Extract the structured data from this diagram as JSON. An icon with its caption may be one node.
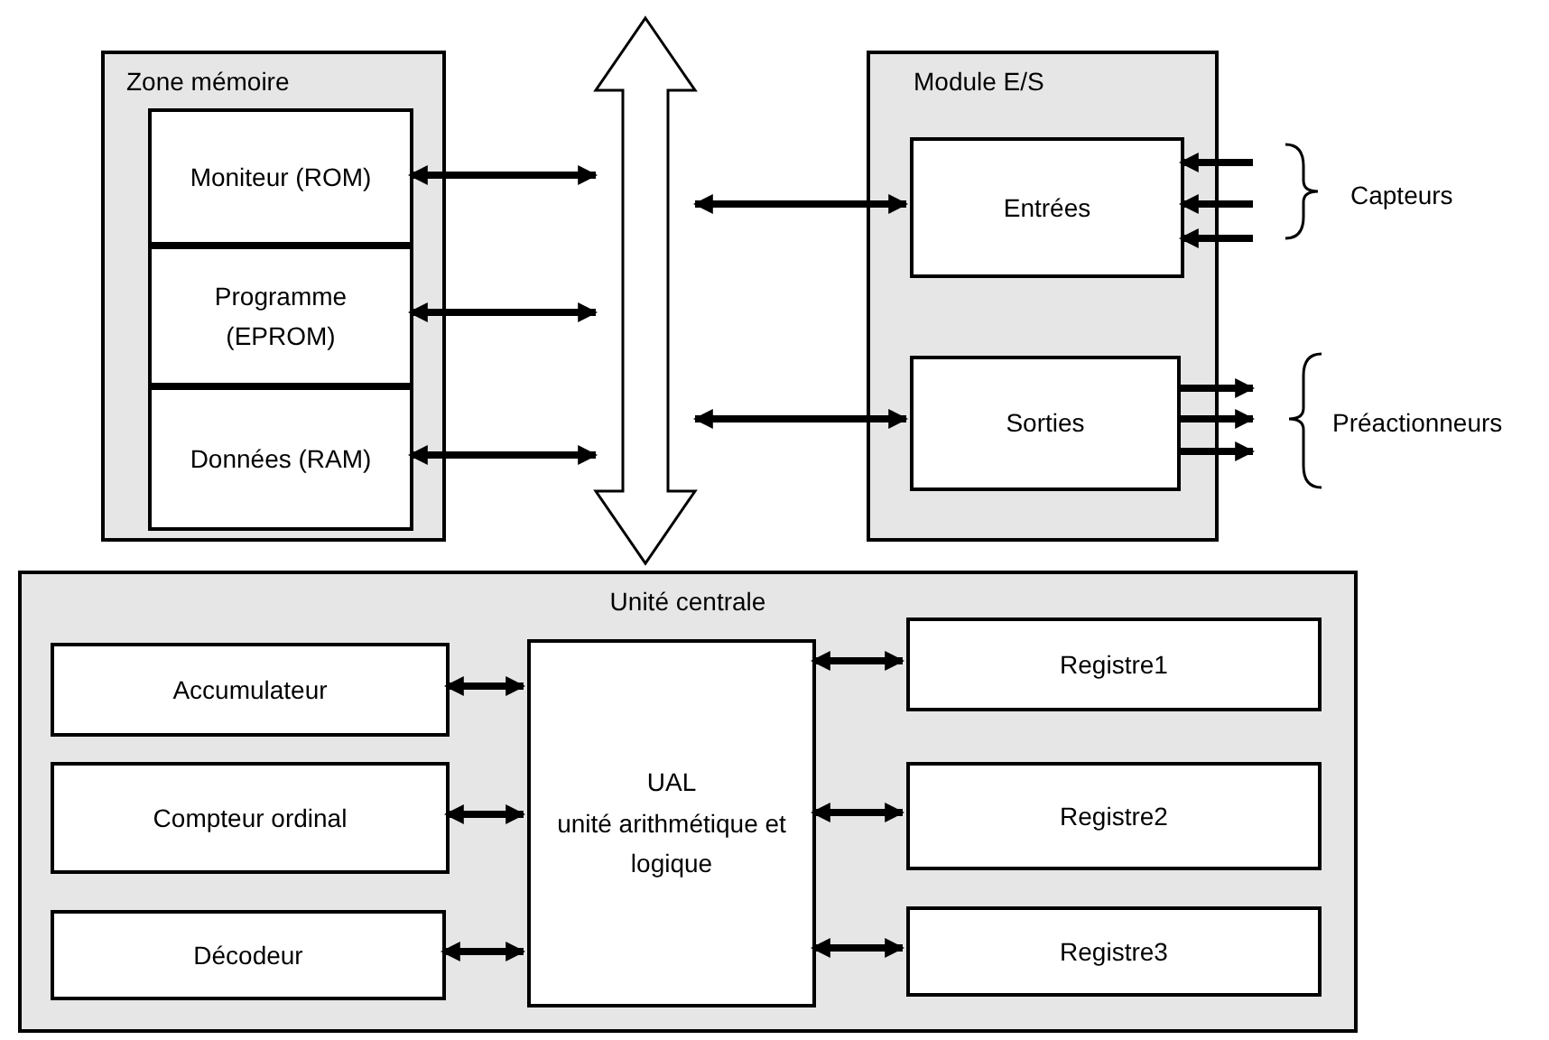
{
  "diagram": {
    "nodes": [
      {
        "text": [
          "Zone mémoire"
        ]
      },
      {
        "text": [
          "Moniteur (ROM)"
        ],
        "in": 0
      },
      {
        "text": [
          "Programme (EPROM)"
        ],
        "in": 0
      },
      {
        "text": [
          "Données (RAM)"
        ],
        "in": 0
      },
      {
        "text": [],
        "shape": "arrow"
      },
      {
        "text": [
          "Module E/S"
        ]
      },
      {
        "text": [
          "Entrées"
        ],
        "in": 5
      },
      {
        "text": [
          "Sorties"
        ],
        "in": 5
      },
      {
        "text": [
          "Unité centrale"
        ]
      },
      {
        "text": [
          "Accumulateur"
        ],
        "in": 8
      },
      {
        "text": [
          "Compteur ordinal"
        ],
        "in": 8
      },
      {
        "text": [
          "Décodeur"
        ],
        "in": 8
      },
      {
        "text": [
          "UAL",
          "unité arithmétique et logique"
        ],
        "in": 8
      },
      {
        "text": [
          "Registre1"
        ],
        "in": 8
      },
      {
        "text": [
          "Registre2"
        ],
        "in": 8
      },
      {
        "text": [
          "Registre3"
        ],
        "in": 8
      }
    ],
    "edges": [
      {
        "from": 1,
        "to": 4,
        "arrow": "both"
      },
      {
        "from": 2,
        "to": 4,
        "arrow": "both"
      },
      {
        "from": 3,
        "to": 4,
        "arrow": "both"
      },
      {
        "from": 4,
        "to": 6,
        "arrow": "both"
      },
      {
        "from": 4,
        "to": 7,
        "arrow": "both"
      },
      {
        "from": null,
        "to": 6,
        "arrow": "to"
      },
      {
        "from": null,
        "to": 6,
        "arrow": "to"
      },
      {
        "from": null,
        "to": 6,
        "arrow": "to"
      },
      {
        "from": 7,
        "to": null,
        "arrow": "to"
      },
      {
        "from": 7,
        "to": null,
        "arrow": "to"
      },
      {
        "from": 7,
        "to": null,
        "arrow": "to"
      },
      {
        "from": 9,
        "to": 12,
        "arrow": "both"
      },
      {
        "from": 10,
        "to": 12,
        "arrow": "both"
      },
      {
        "from": 11,
        "to": 12,
        "arrow": "both"
      },
      {
        "from": 12,
        "to": 13,
        "arrow": "both"
      },
      {
        "from": 12,
        "to": 14,
        "arrow": "both"
      },
      {
        "from": 12,
        "to": 15,
        "arrow": "both"
      }
    ],
    "labels": [
      "Capteurs",
      "Préactionneurs"
    ]
  }
}
